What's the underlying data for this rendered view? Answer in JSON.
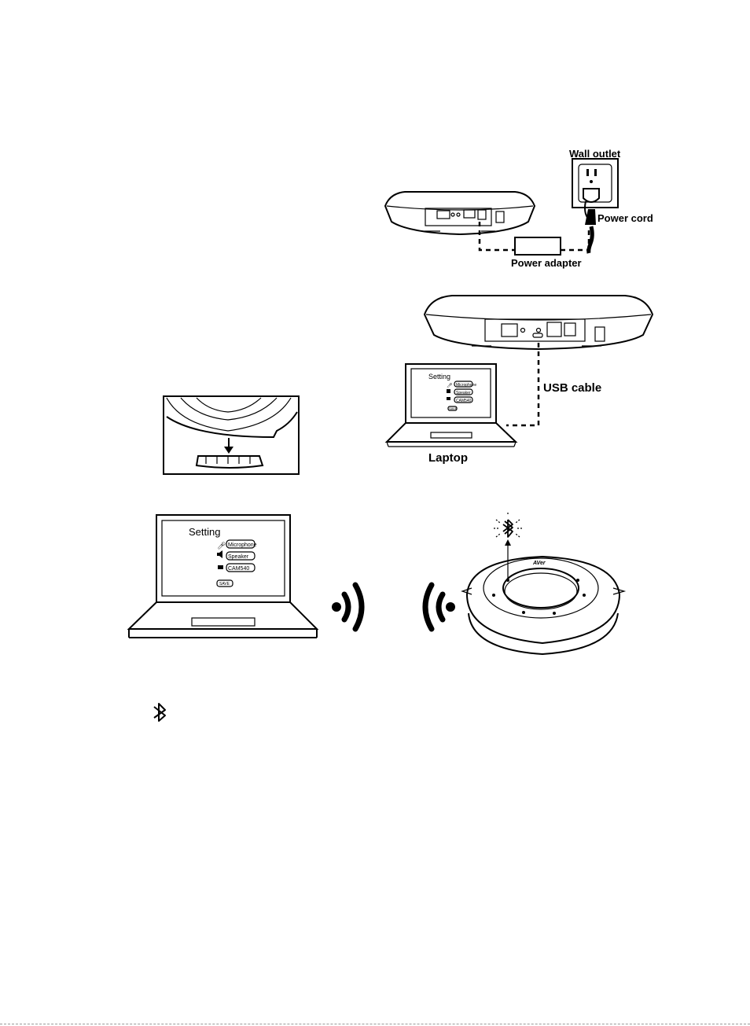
{
  "labels": {
    "wall_outlet": "Wall outlet",
    "power_cord": "Power cord",
    "power_adapter": "Power adapter",
    "usb_cable": "USB cable",
    "laptop": "Laptop"
  },
  "small_screen": {
    "title": "Setting",
    "items": [
      "Microphone",
      "Speaker",
      "CAM540"
    ],
    "save": "SAVE"
  },
  "large_screen": {
    "title": "Setting",
    "items": [
      "Microphone",
      "Speaker",
      "CAM540"
    ],
    "save": "SAVE"
  },
  "icons": {
    "standalone": "bluetooth-icon",
    "blinking": "bluetooth-blinking-icon",
    "wireless_left": "wireless-signal-right-icon",
    "wireless_right": "wireless-signal-left-icon"
  }
}
